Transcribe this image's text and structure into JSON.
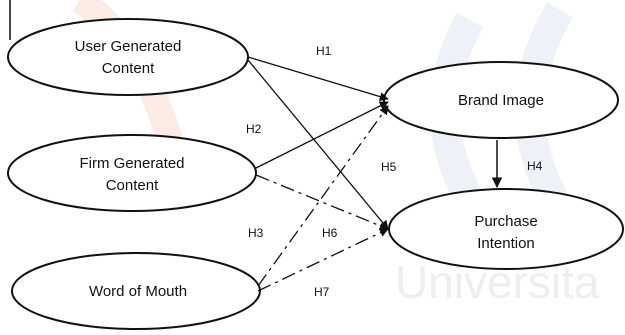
{
  "nodes": {
    "ugc": {
      "line1": "User Generated",
      "line2": "Content"
    },
    "fgc": {
      "line1": "Firm Generated",
      "line2": "Content"
    },
    "wom": {
      "label": "Word of Mouth"
    },
    "brand": {
      "label": "Brand Image"
    },
    "purchase": {
      "line1": "Purchase",
      "line2": "Intention"
    }
  },
  "hypotheses": {
    "h1": "H1",
    "h2": "H2",
    "h3": "H3",
    "h4": "H4",
    "h5": "H5",
    "h6": "H6",
    "h7": "H7"
  },
  "watermark": {
    "text": "Universita"
  },
  "colors": {
    "stroke": "#111111",
    "watermark": "#eeeeee",
    "accent_arc": "#f6d6c6"
  }
}
